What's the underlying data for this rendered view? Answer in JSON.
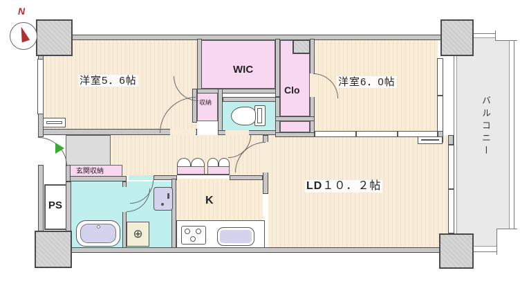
{
  "compass": {
    "label": "N"
  },
  "rooms": {
    "bedroom1": {
      "label": "洋室5．6帖"
    },
    "bedroom2": {
      "label": "洋室6．0帖"
    },
    "wic": {
      "label": "WIC"
    },
    "clo": {
      "label": "Clo"
    },
    "storage": {
      "label": "収納"
    },
    "entrance_storage": {
      "label": "玄関収納"
    },
    "ps": {
      "label": "PS"
    },
    "kitchen": {
      "label": "K"
    },
    "living_dining": {
      "prefix": "LD",
      "area": "１０．２帖"
    },
    "balcony": {
      "label": "バルコニー"
    }
  },
  "colors": {
    "flooring": "#f9ecd9",
    "closet_pink": "#f8d7f0",
    "wet_cyan": "#bff0ee",
    "wall": "#c8c8c8",
    "balcony_floor": "#e9e9e9",
    "fixture_lavender": "#d5d2ee",
    "entrance_arrow_green": "#3aaa35",
    "compass_red": "#b03030"
  }
}
